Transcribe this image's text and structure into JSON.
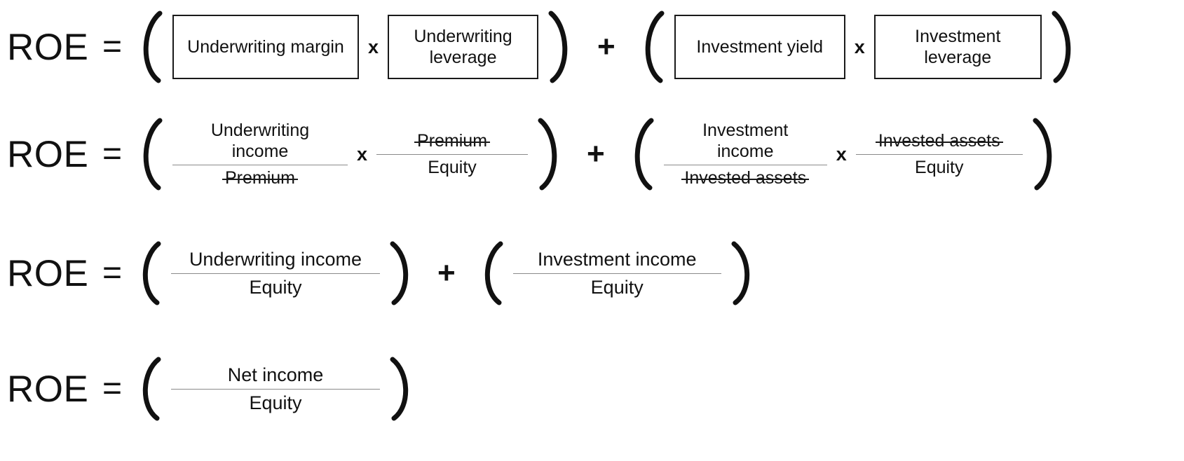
{
  "document": {
    "title": "ROE decomposition formula",
    "background_color": "#ffffff",
    "text_color": "#111111",
    "fraction_bar_color": "#8a8a8a",
    "box_border_color": "#1a1a1a"
  },
  "symbols": {
    "lhs": "ROE",
    "equals": "=",
    "plus": "+",
    "times": "x",
    "paren_open": "(",
    "paren_close": ")"
  },
  "rows": [
    {
      "id": "row-1",
      "lhs": "ROE",
      "equals": "=",
      "style": "boxed-terms",
      "groups": [
        {
          "terms": [
            {
              "label": "Underwriting margin",
              "boxed": true
            },
            {
              "label": "Underwriting leverage",
              "boxed": true
            }
          ],
          "operator": "x"
        },
        {
          "terms": [
            {
              "label": "Investment yield",
              "boxed": true
            },
            {
              "label": "Investment leverage",
              "boxed": true
            }
          ],
          "operator": "x"
        }
      ],
      "group_operator": "+"
    },
    {
      "id": "row-2",
      "lhs": "ROE",
      "equals": "=",
      "style": "fractions-cancelled",
      "groups": [
        {
          "fractions": [
            {
              "numerator": "Underwriting\nincome",
              "denominator": "Premium",
              "numerator_struck": false,
              "denominator_struck": true
            },
            {
              "numerator": "Premium",
              "denominator": "Equity",
              "numerator_struck": true,
              "denominator_struck": false
            }
          ],
          "operator": "x"
        },
        {
          "fractions": [
            {
              "numerator": "Investment\nincome",
              "denominator": "Invested assets",
              "numerator_struck": false,
              "denominator_struck": true
            },
            {
              "numerator": "Invested assets",
              "denominator": "Equity",
              "numerator_struck": true,
              "denominator_struck": false
            }
          ],
          "operator": "x"
        }
      ],
      "group_operator": "+"
    },
    {
      "id": "row-3",
      "lhs": "ROE",
      "equals": "=",
      "style": "fractions-simplified",
      "groups": [
        {
          "fractions": [
            {
              "numerator": "Underwriting income",
              "denominator": "Equity",
              "numerator_struck": false,
              "denominator_struck": false
            }
          ]
        },
        {
          "fractions": [
            {
              "numerator": "Investment income",
              "denominator": "Equity",
              "numerator_struck": false,
              "denominator_struck": false
            }
          ]
        }
      ],
      "group_operator": "+"
    },
    {
      "id": "row-4",
      "lhs": "ROE",
      "equals": "=",
      "style": "fraction-final",
      "groups": [
        {
          "fractions": [
            {
              "numerator": "Net income",
              "denominator": "Equity",
              "numerator_struck": false,
              "denominator_struck": false
            }
          ]
        }
      ]
    }
  ]
}
